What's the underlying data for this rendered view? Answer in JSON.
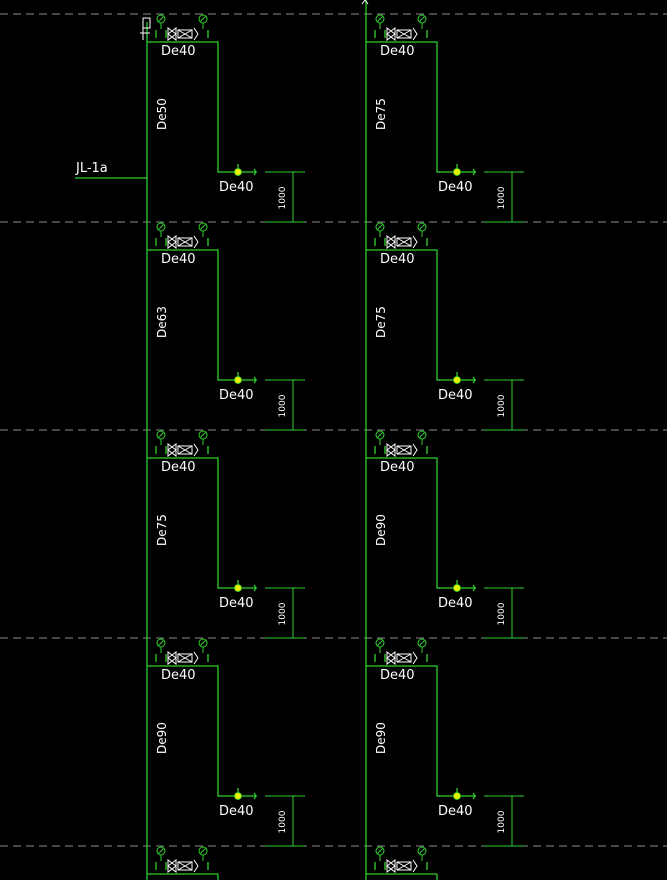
{
  "jl_label": "JL-1a",
  "branch_dn": "De40",
  "outlet_dn": "De40",
  "dim_value": "1000",
  "floors": [
    {
      "left_riser": "De50",
      "right_riser": "De75"
    },
    {
      "left_riser": "De63",
      "right_riser": "De75"
    },
    {
      "left_riser": "De75",
      "right_riser": "De90"
    },
    {
      "left_riser": "De90",
      "right_riser": "De90"
    }
  ],
  "colors": {
    "pipe": "#2fd12f",
    "floor_line": "#8a8a8a",
    "text": "#ffffff",
    "tap": "#e6f000",
    "background": "#000000"
  }
}
